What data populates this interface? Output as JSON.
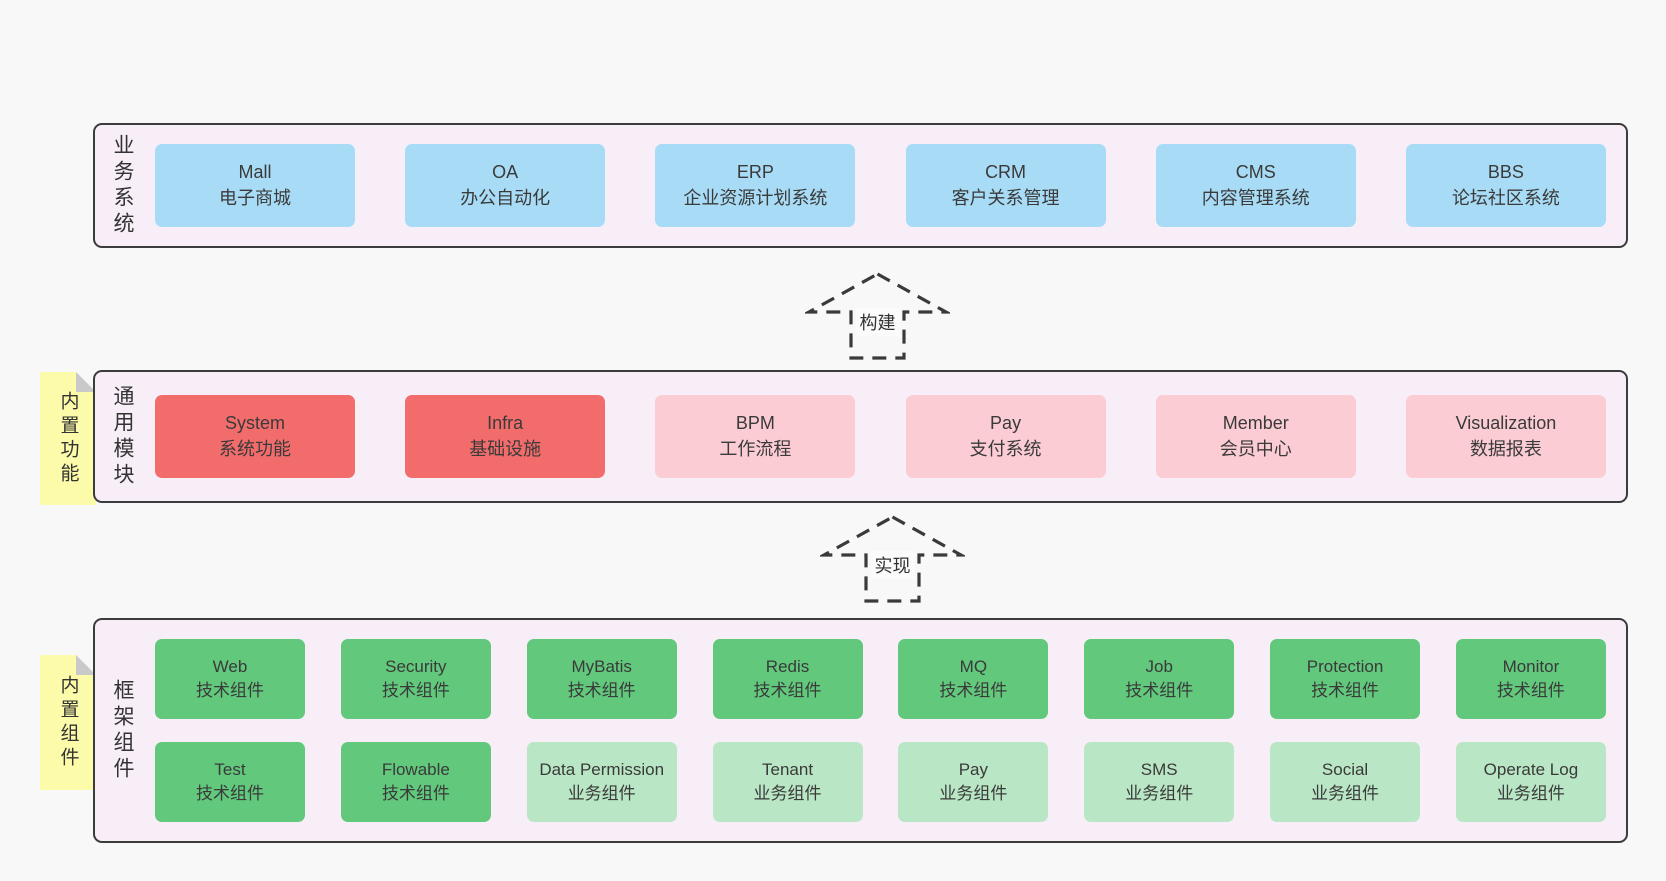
{
  "colors": {
    "background": "#f8f8f8",
    "container_bg": "#f8eef7",
    "container_border": "#3c3c3c",
    "blue_box": "#a8dcf6",
    "red_box": "#f26c6c",
    "pink_box": "#fbccd4",
    "green_box": "#61c87c",
    "green_light_box": "#b9e6c4",
    "note_bg": "#fbfbaa",
    "note_fold": "#c9c9c9",
    "text": "#3a3a3a"
  },
  "arrows": {
    "build": "构建",
    "implement": "实现"
  },
  "layers": {
    "business": {
      "label": "业务系统",
      "boxes": [
        {
          "name": "Mall",
          "desc": "电子商城"
        },
        {
          "name": "OA",
          "desc": "办公自动化"
        },
        {
          "name": "ERP",
          "desc": "企业资源计划系统"
        },
        {
          "name": "CRM",
          "desc": "客户关系管理"
        },
        {
          "name": "CMS",
          "desc": "内容管理系统"
        },
        {
          "name": "BBS",
          "desc": "论坛社区系统"
        }
      ]
    },
    "modules": {
      "label": "通用模块",
      "note": "内置功能",
      "boxes": [
        {
          "name": "System",
          "desc": "系统功能"
        },
        {
          "name": "Infra",
          "desc": "基础设施"
        },
        {
          "name": "BPM",
          "desc": "工作流程"
        },
        {
          "name": "Pay",
          "desc": "支付系统"
        },
        {
          "name": "Member",
          "desc": "会员中心"
        },
        {
          "name": "Visualization",
          "desc": "数据报表"
        }
      ]
    },
    "components": {
      "label": "框架组件",
      "note": "内置组件",
      "row1": [
        {
          "name": "Web",
          "desc": "技术组件"
        },
        {
          "name": "Security",
          "desc": "技术组件"
        },
        {
          "name": "MyBatis",
          "desc": "技术组件"
        },
        {
          "name": "Redis",
          "desc": "技术组件"
        },
        {
          "name": "MQ",
          "desc": "技术组件"
        },
        {
          "name": "Job",
          "desc": "技术组件"
        },
        {
          "name": "Protection",
          "desc": "技术组件"
        },
        {
          "name": "Monitor",
          "desc": "技术组件"
        }
      ],
      "row2": [
        {
          "name": "Test",
          "desc": "技术组件"
        },
        {
          "name": "Flowable",
          "desc": "技术组件"
        },
        {
          "name": "Data Permission",
          "desc": "业务组件"
        },
        {
          "name": "Tenant",
          "desc": "业务组件"
        },
        {
          "name": "Pay",
          "desc": "业务组件"
        },
        {
          "name": "SMS",
          "desc": "业务组件"
        },
        {
          "name": "Social",
          "desc": "业务组件"
        },
        {
          "name": "Operate Log",
          "desc": "业务组件"
        }
      ]
    }
  }
}
